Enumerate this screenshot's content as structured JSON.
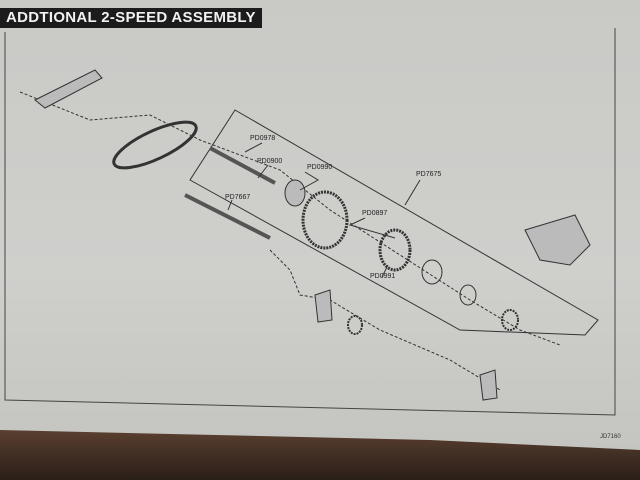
{
  "title": "ADDTIONAL 2-SPEED ASSEMBLY",
  "part_labels": [
    "PD0978",
    "PD0900",
    "PD0990",
    "PD7675",
    "PD7667",
    "PD0897",
    "PD0991"
  ],
  "corner_code": "JD7160"
}
